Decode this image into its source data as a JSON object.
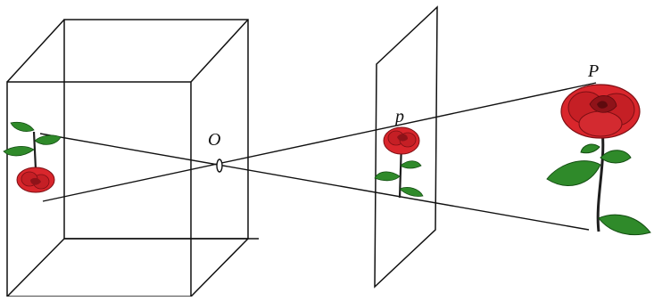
{
  "labels": {
    "pinhole": "O",
    "image_point": "p",
    "object_point": "P"
  },
  "colors": {
    "line": "#111111",
    "petal": "#d9262c",
    "petal_dark": "#7d0f14",
    "leaf": "#2f8a2a",
    "leaf_dark": "#134d12",
    "stem": "#1f1f1f"
  }
}
